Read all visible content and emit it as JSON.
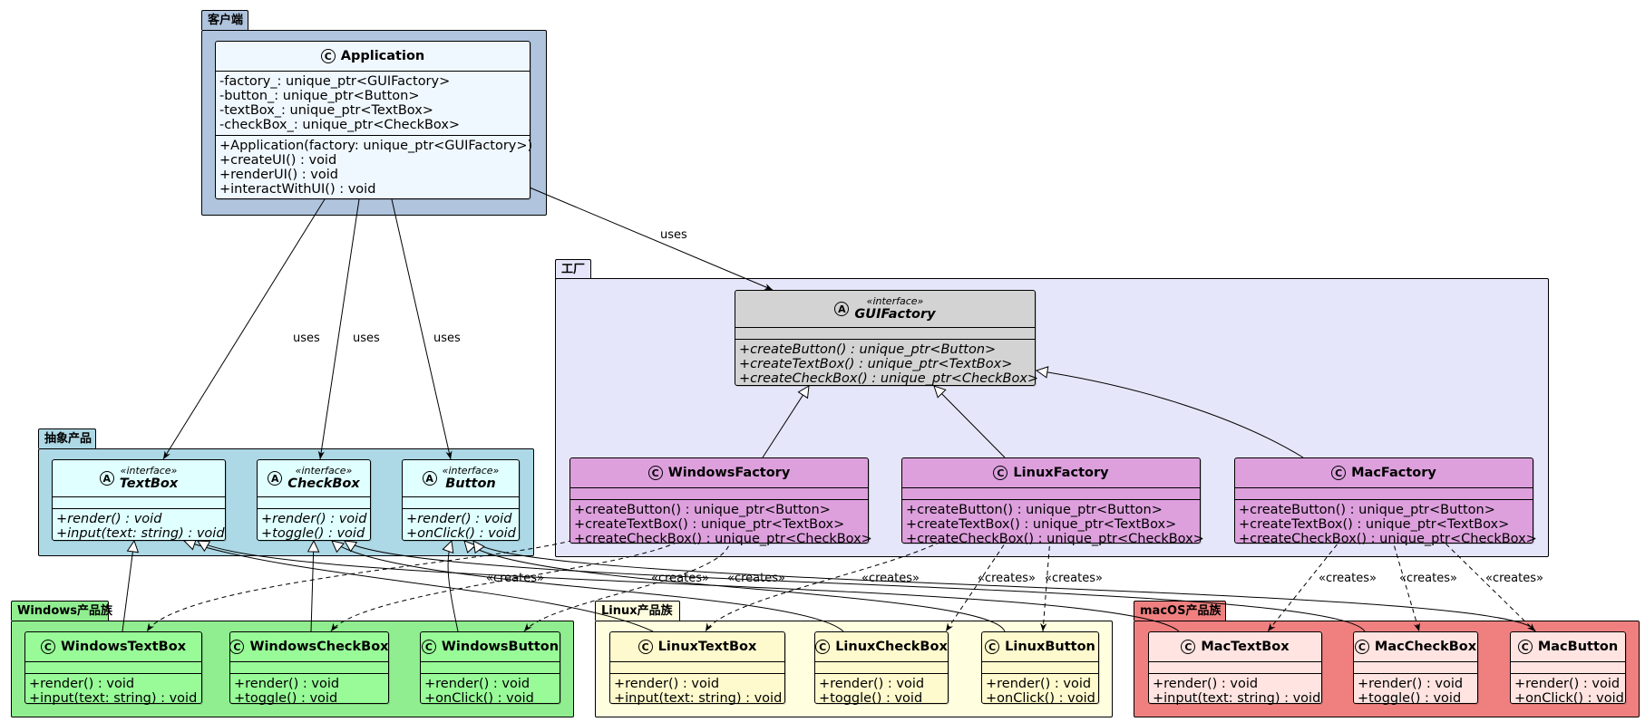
{
  "packages": {
    "client": {
      "label": "客户端",
      "color": "#b0c4de"
    },
    "factory": {
      "label": "工厂",
      "color": "#e6e6fa"
    },
    "abstract_products": {
      "label": "抽象产品",
      "color": "#add8e6"
    },
    "windows": {
      "label": "Windows产品族",
      "color": "#90ee90"
    },
    "linux": {
      "label": "Linux产品族",
      "color": "#ffffe0"
    },
    "macos": {
      "label": "macOS产品族",
      "color": "#f08080"
    }
  },
  "classes": {
    "application": {
      "name": "Application",
      "badge": "C",
      "fields": [
        "-factory_: unique_ptr<GUIFactory>",
        "-button_: unique_ptr<Button>",
        "-textBox_: unique_ptr<TextBox>",
        "-checkBox_: unique_ptr<CheckBox>"
      ],
      "methods": [
        "+Application(factory: unique_ptr<GUIFactory>)",
        "+createUI() : void",
        "+renderUI() : void",
        "+interactWithUI() : void"
      ]
    },
    "gui_factory": {
      "name": "GUIFactory",
      "badge": "A",
      "stereotype": "«interface»",
      "methods": [
        "+createButton() : unique_ptr<Button>",
        "+createTextBox() : unique_ptr<TextBox>",
        "+createCheckBox() : unique_ptr<CheckBox>"
      ]
    },
    "windows_factory": {
      "name": "WindowsFactory",
      "badge": "C",
      "methods": [
        "+createButton() : unique_ptr<Button>",
        "+createTextBox() : unique_ptr<TextBox>",
        "+createCheckBox() : unique_ptr<CheckBox>"
      ]
    },
    "linux_factory": {
      "name": "LinuxFactory",
      "badge": "C",
      "methods": [
        "+createButton() : unique_ptr<Button>",
        "+createTextBox() : unique_ptr<TextBox>",
        "+createCheckBox() : unique_ptr<CheckBox>"
      ]
    },
    "mac_factory": {
      "name": "MacFactory",
      "badge": "C",
      "methods": [
        "+createButton() : unique_ptr<Button>",
        "+createTextBox() : unique_ptr<TextBox>",
        "+createCheckBox() : unique_ptr<CheckBox>"
      ]
    },
    "textbox": {
      "name": "TextBox",
      "badge": "A",
      "stereotype": "«interface»",
      "methods": [
        "+render() : void",
        "+input(text: string) : void"
      ]
    },
    "checkbox": {
      "name": "CheckBox",
      "badge": "A",
      "stereotype": "«interface»",
      "methods": [
        "+render() : void",
        "+toggle() : void"
      ]
    },
    "button": {
      "name": "Button",
      "badge": "A",
      "stereotype": "«interface»",
      "methods": [
        "+render() : void",
        "+onClick() : void"
      ]
    },
    "windows_textbox": {
      "name": "WindowsTextBox",
      "badge": "C",
      "methods": [
        "+render() : void",
        "+input(text: string) : void"
      ]
    },
    "windows_checkbox": {
      "name": "WindowsCheckBox",
      "badge": "C",
      "methods": [
        "+render() : void",
        "+toggle() : void"
      ]
    },
    "windows_button": {
      "name": "WindowsButton",
      "badge": "C",
      "methods": [
        "+render() : void",
        "+onClick() : void"
      ]
    },
    "linux_textbox": {
      "name": "LinuxTextBox",
      "badge": "C",
      "methods": [
        "+render() : void",
        "+input(text: string) : void"
      ]
    },
    "linux_checkbox": {
      "name": "LinuxCheckBox",
      "badge": "C",
      "methods": [
        "+render() : void",
        "+toggle() : void"
      ]
    },
    "linux_button": {
      "name": "LinuxButton",
      "badge": "C",
      "methods": [
        "+render() : void",
        "+onClick() : void"
      ]
    },
    "mac_textbox": {
      "name": "MacTextBox",
      "badge": "C",
      "methods": [
        "+render() : void",
        "+input(text: string) : void"
      ]
    },
    "mac_checkbox": {
      "name": "MacCheckBox",
      "badge": "C",
      "methods": [
        "+render() : void",
        "+toggle() : void"
      ]
    },
    "mac_button": {
      "name": "MacButton",
      "badge": "C",
      "methods": [
        "+render() : void",
        "+onClick() : void"
      ]
    }
  },
  "class_colors": {
    "application": "#f0f8ff",
    "gui_factory": "#d3d3d3",
    "concrete_factory": "#dda0dd",
    "interface": "#e0ffff",
    "windows": "#98fb98",
    "linux": "#fffacd",
    "macos": "#ffe4e1"
  },
  "edge_labels": {
    "uses": "uses",
    "creates": "«creates»"
  }
}
